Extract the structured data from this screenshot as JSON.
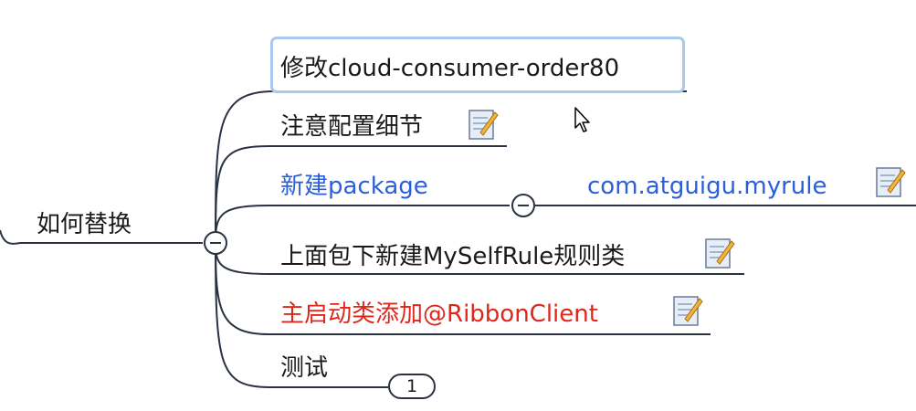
{
  "root": {
    "label": "如何替换"
  },
  "children": [
    {
      "label": "修改cloud-consumer-order80",
      "color": "#1a1a1a",
      "selected": true
    },
    {
      "label": "注意配置细节",
      "color": "#1a1a1a",
      "icon": "note-icon"
    },
    {
      "label": "新建package",
      "color": "#2b5fd9",
      "child": {
        "label": "com.atguigu.myrule",
        "color": "#2b5fd9",
        "icon": "note-icon"
      }
    },
    {
      "label": "上面包下新建MySelfRule规则类",
      "color": "#1a1a1a",
      "icon": "note-icon"
    },
    {
      "label": "主启动类添加@RibbonClient",
      "color": "#e0261b",
      "icon": "note-icon"
    },
    {
      "label": "测试",
      "color": "#1a1a1a",
      "collapsed_count": "1"
    }
  ],
  "icons": [
    "collapse-minus-icon",
    "note-icon",
    "mouse-cursor-icon"
  ]
}
